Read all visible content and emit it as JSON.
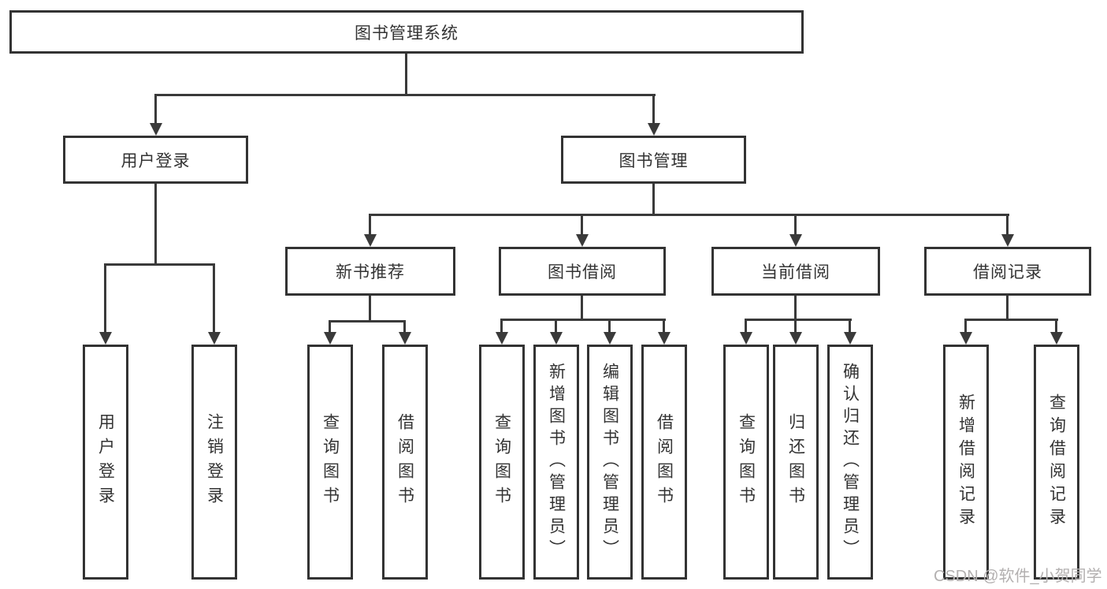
{
  "colors": {
    "line": "#3a3a3a",
    "box_border": "#333333",
    "text": "#333333",
    "background": "#ffffff",
    "watermark_text_color": "#b3b0b0"
  },
  "diagram": {
    "root": {
      "label": "图书管理系统"
    },
    "level1": [
      {
        "label": "用户登录"
      },
      {
        "label": "图书管理"
      }
    ],
    "level2": [
      {
        "label": "新书推荐"
      },
      {
        "label": "图书借阅"
      },
      {
        "label": "当前借阅"
      },
      {
        "label": "借阅记录"
      }
    ],
    "leaves": {
      "user_login": [
        "用户登录",
        "注销登录"
      ],
      "new_books": [
        "查询图书",
        "借阅图书"
      ],
      "borrow": [
        "查询图书",
        "新增图书（管理员）",
        "编辑图书（管理员）",
        "借阅图书"
      ],
      "current": [
        "查询图书",
        "归还图书",
        "确认归还（管理员）"
      ],
      "records": [
        "新增借阅记录",
        "查询借阅记录"
      ]
    }
  },
  "watermark": {
    "text": "CSDN @软件_小贺同学"
  }
}
